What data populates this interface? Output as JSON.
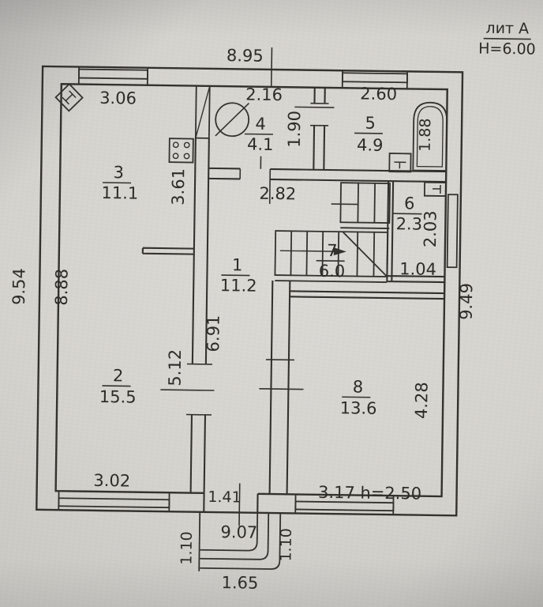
{
  "header": {
    "liter": "лит А",
    "building_height": "Н=6.00"
  },
  "rooms": [
    {
      "number": "1",
      "area": "11.2"
    },
    {
      "number": "2",
      "area": "15.5"
    },
    {
      "number": "3",
      "area": "11.1"
    },
    {
      "number": "4",
      "area": "4.1"
    },
    {
      "number": "5",
      "area": "4.9"
    },
    {
      "number": "6",
      "area": "2.3"
    },
    {
      "number": "7",
      "area": "6.0"
    },
    {
      "number": "8",
      "area": "13.6"
    }
  ],
  "dimensions": {
    "top_width": "8.95",
    "room3_width": "3.06",
    "room4_width": "2.16",
    "room5_width": "2.60",
    "room4_depth": "1.90",
    "bath_length": "1.88",
    "room3_depth": "3.61",
    "hall_top_width": "2.82",
    "room6_depth": "2.03",
    "room6_width": "1.04",
    "left_outer_depth": "9.54",
    "left_inner_depth": "8.88",
    "right_outer_depth": "9.49",
    "hall_depth": "6.91",
    "room2_depth": "5.12",
    "room8_depth": "4.28",
    "room2_width": "3.02",
    "room8_width_note": "3.17 h=2.50",
    "exit_width": "1.41",
    "bottom_width": "9.07",
    "porch_side_left": "1.10",
    "porch_side_right": "1.10",
    "porch_width": "1.65"
  }
}
